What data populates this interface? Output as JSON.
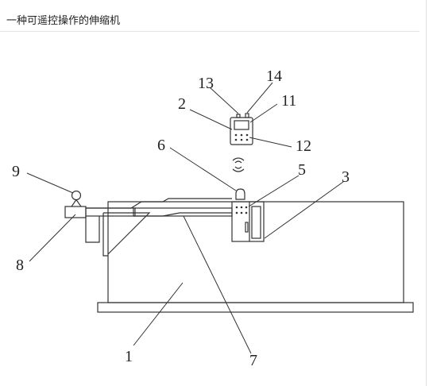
{
  "page": {
    "title": "一种可遥控操作的伸缩机"
  },
  "figure": {
    "labels": {
      "l1": "1",
      "l2": "2",
      "l3": "3",
      "l5": "5",
      "l6": "6",
      "l7": "7",
      "l8": "8",
      "l9": "9",
      "l11": "11",
      "l12": "12",
      "l13": "13",
      "l14": "14"
    },
    "line_color": "#333333"
  }
}
